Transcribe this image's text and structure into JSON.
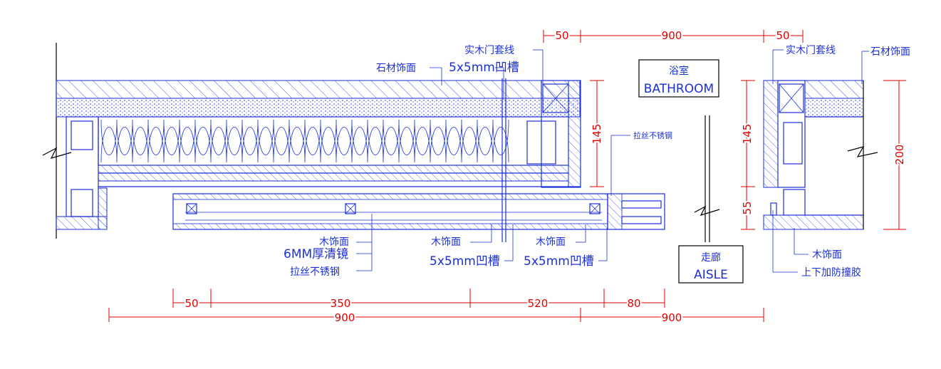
{
  "labels": {
    "stone_top_left": "石材饰面",
    "door_trim_top": "实木门套线",
    "groove_top": "5x5mm凹槽",
    "brushed_steel_right": "拉丝不锈钢",
    "wood_face_1": "木饰面",
    "mirror": "6MM厚清镜",
    "brushed_steel_left": "拉丝不锈钢",
    "wood_face_2": "木饰面",
    "groove_2": "5x5mm凹槽",
    "wood_face_3": "木饰面",
    "groove_3": "5x5mm凹槽",
    "door_trim_right": "实木门套线",
    "stone_right": "石材饰面",
    "wood_face_right": "木饰面",
    "bumper": "上下加防撞胶"
  },
  "rooms": {
    "bathroom_cn": "浴室",
    "bathroom_en": "BATHROOM",
    "aisle_cn": "走廊",
    "aisle_en": "AISLE"
  },
  "dims": {
    "top_50a": "50",
    "top_900": "900",
    "top_50b": "50",
    "v_145_left": "145",
    "v_145_right": "145",
    "v_55": "55",
    "v_200": "200",
    "b_50": "50",
    "b_350": "350",
    "b_520": "520",
    "b_80": "80",
    "b_900a": "900",
    "b_900b": "900"
  },
  "colors": {
    "linework": "#1a2fd8",
    "dimension": "#e00000",
    "outline": "#000000"
  }
}
